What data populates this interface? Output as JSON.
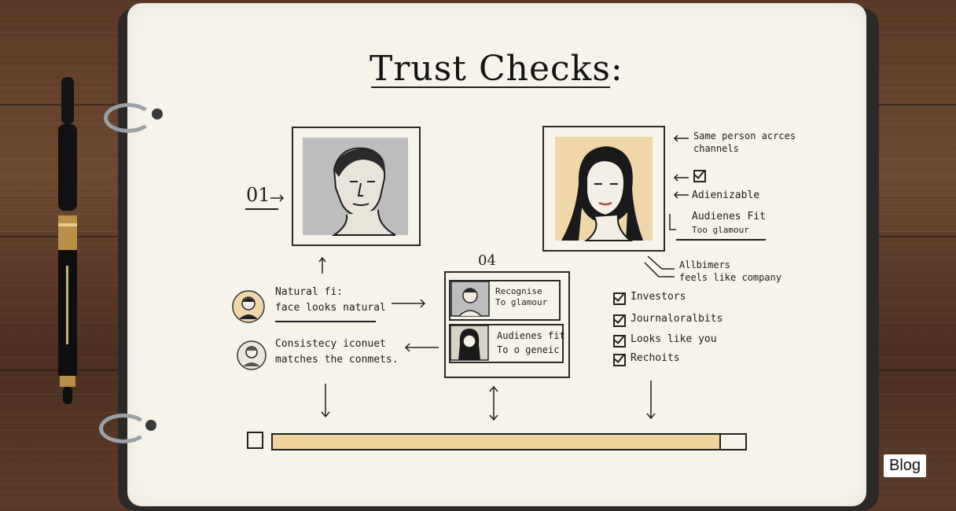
{
  "title": "Trust Checks:",
  "step_label": "01",
  "middle_label": "04",
  "right_notes": {
    "note1_line1": "Same person acrces",
    "note1_line2": "channels",
    "note2": "Adienizable",
    "note3_line1": "Audienes Fit",
    "note3_line2": "Too glamour",
    "note4_line1": "Allbimers",
    "note4_line2": "feels like company"
  },
  "left_notes": {
    "natural_line1": "Natural fi:",
    "natural_line2": "face looks natural",
    "consistency_line1": "Consistecy iconuet",
    "consistency_line2": "matches the conmets."
  },
  "middle_cards": {
    "card1_line1": "Recognise",
    "card1_line2": "To glamour",
    "card2_line1": "Audienes fit",
    "card2_line2": "To o geneic"
  },
  "checklist": [
    "Investors",
    "Journaloralbits",
    "Looks like you",
    "Rechoits"
  ],
  "badge": "Blog"
}
